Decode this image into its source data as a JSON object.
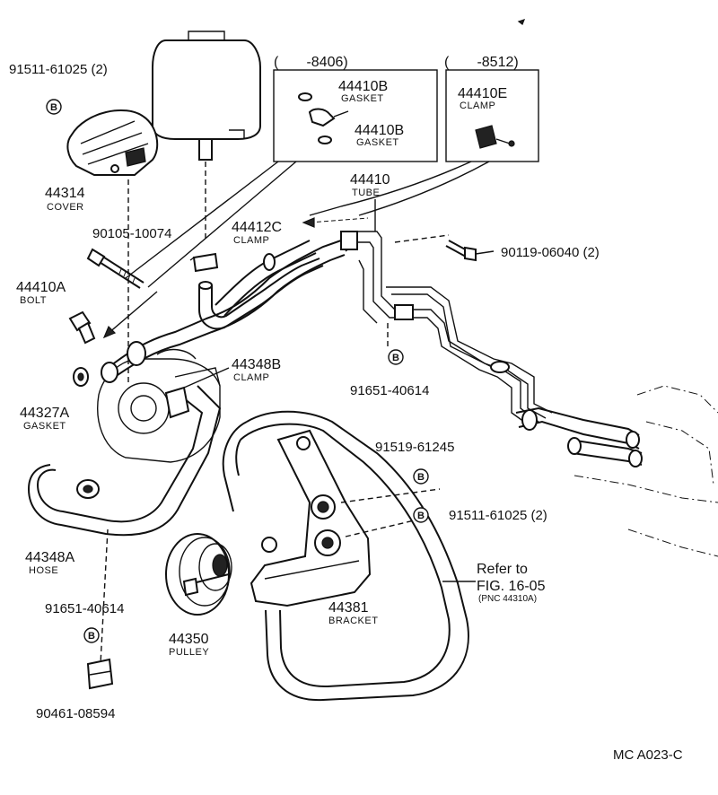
{
  "parts": {
    "p91511_top": "91511-61025 (2)",
    "p44314": "44314",
    "cover": "COVER",
    "p90105": "90105-10074",
    "p44410A": "44410A",
    "bolt": "BOLT",
    "p44327A": "44327A",
    "gasket": "GASKET",
    "p44348A": "44348A",
    "hose": "HOSE",
    "p91651_left": "91651-40614",
    "p90461": "90461-08594",
    "p44412C": "44412C",
    "clamp": "CLAMP",
    "p44348B": "44348B",
    "p44350": "44350",
    "pulley": "PULLEY",
    "p44381": "44381",
    "bracket": "BRACKET",
    "p44410": "44410",
    "tube": "TUBE",
    "p90119": "90119-06040 (2)",
    "p91651_mid": "91651-40614",
    "p91519": "91519-61245",
    "p91511_right": "91511-61025 (2)",
    "refer_line1": "Refer to",
    "refer_line2": "FIG. 16-05",
    "refer_line3": "(PNC 44310A)",
    "code": "MC A023-C"
  },
  "inset_8406": {
    "range": "(       -8406)",
    "p1": "44410B",
    "p1_name": "GASKET",
    "p2": "44410B",
    "p2_name": "GASKET"
  },
  "inset_8512": {
    "range": "(       -8512)",
    "p1": "44410E",
    "p1_name": "CLAMP"
  },
  "badge_letter": "B"
}
